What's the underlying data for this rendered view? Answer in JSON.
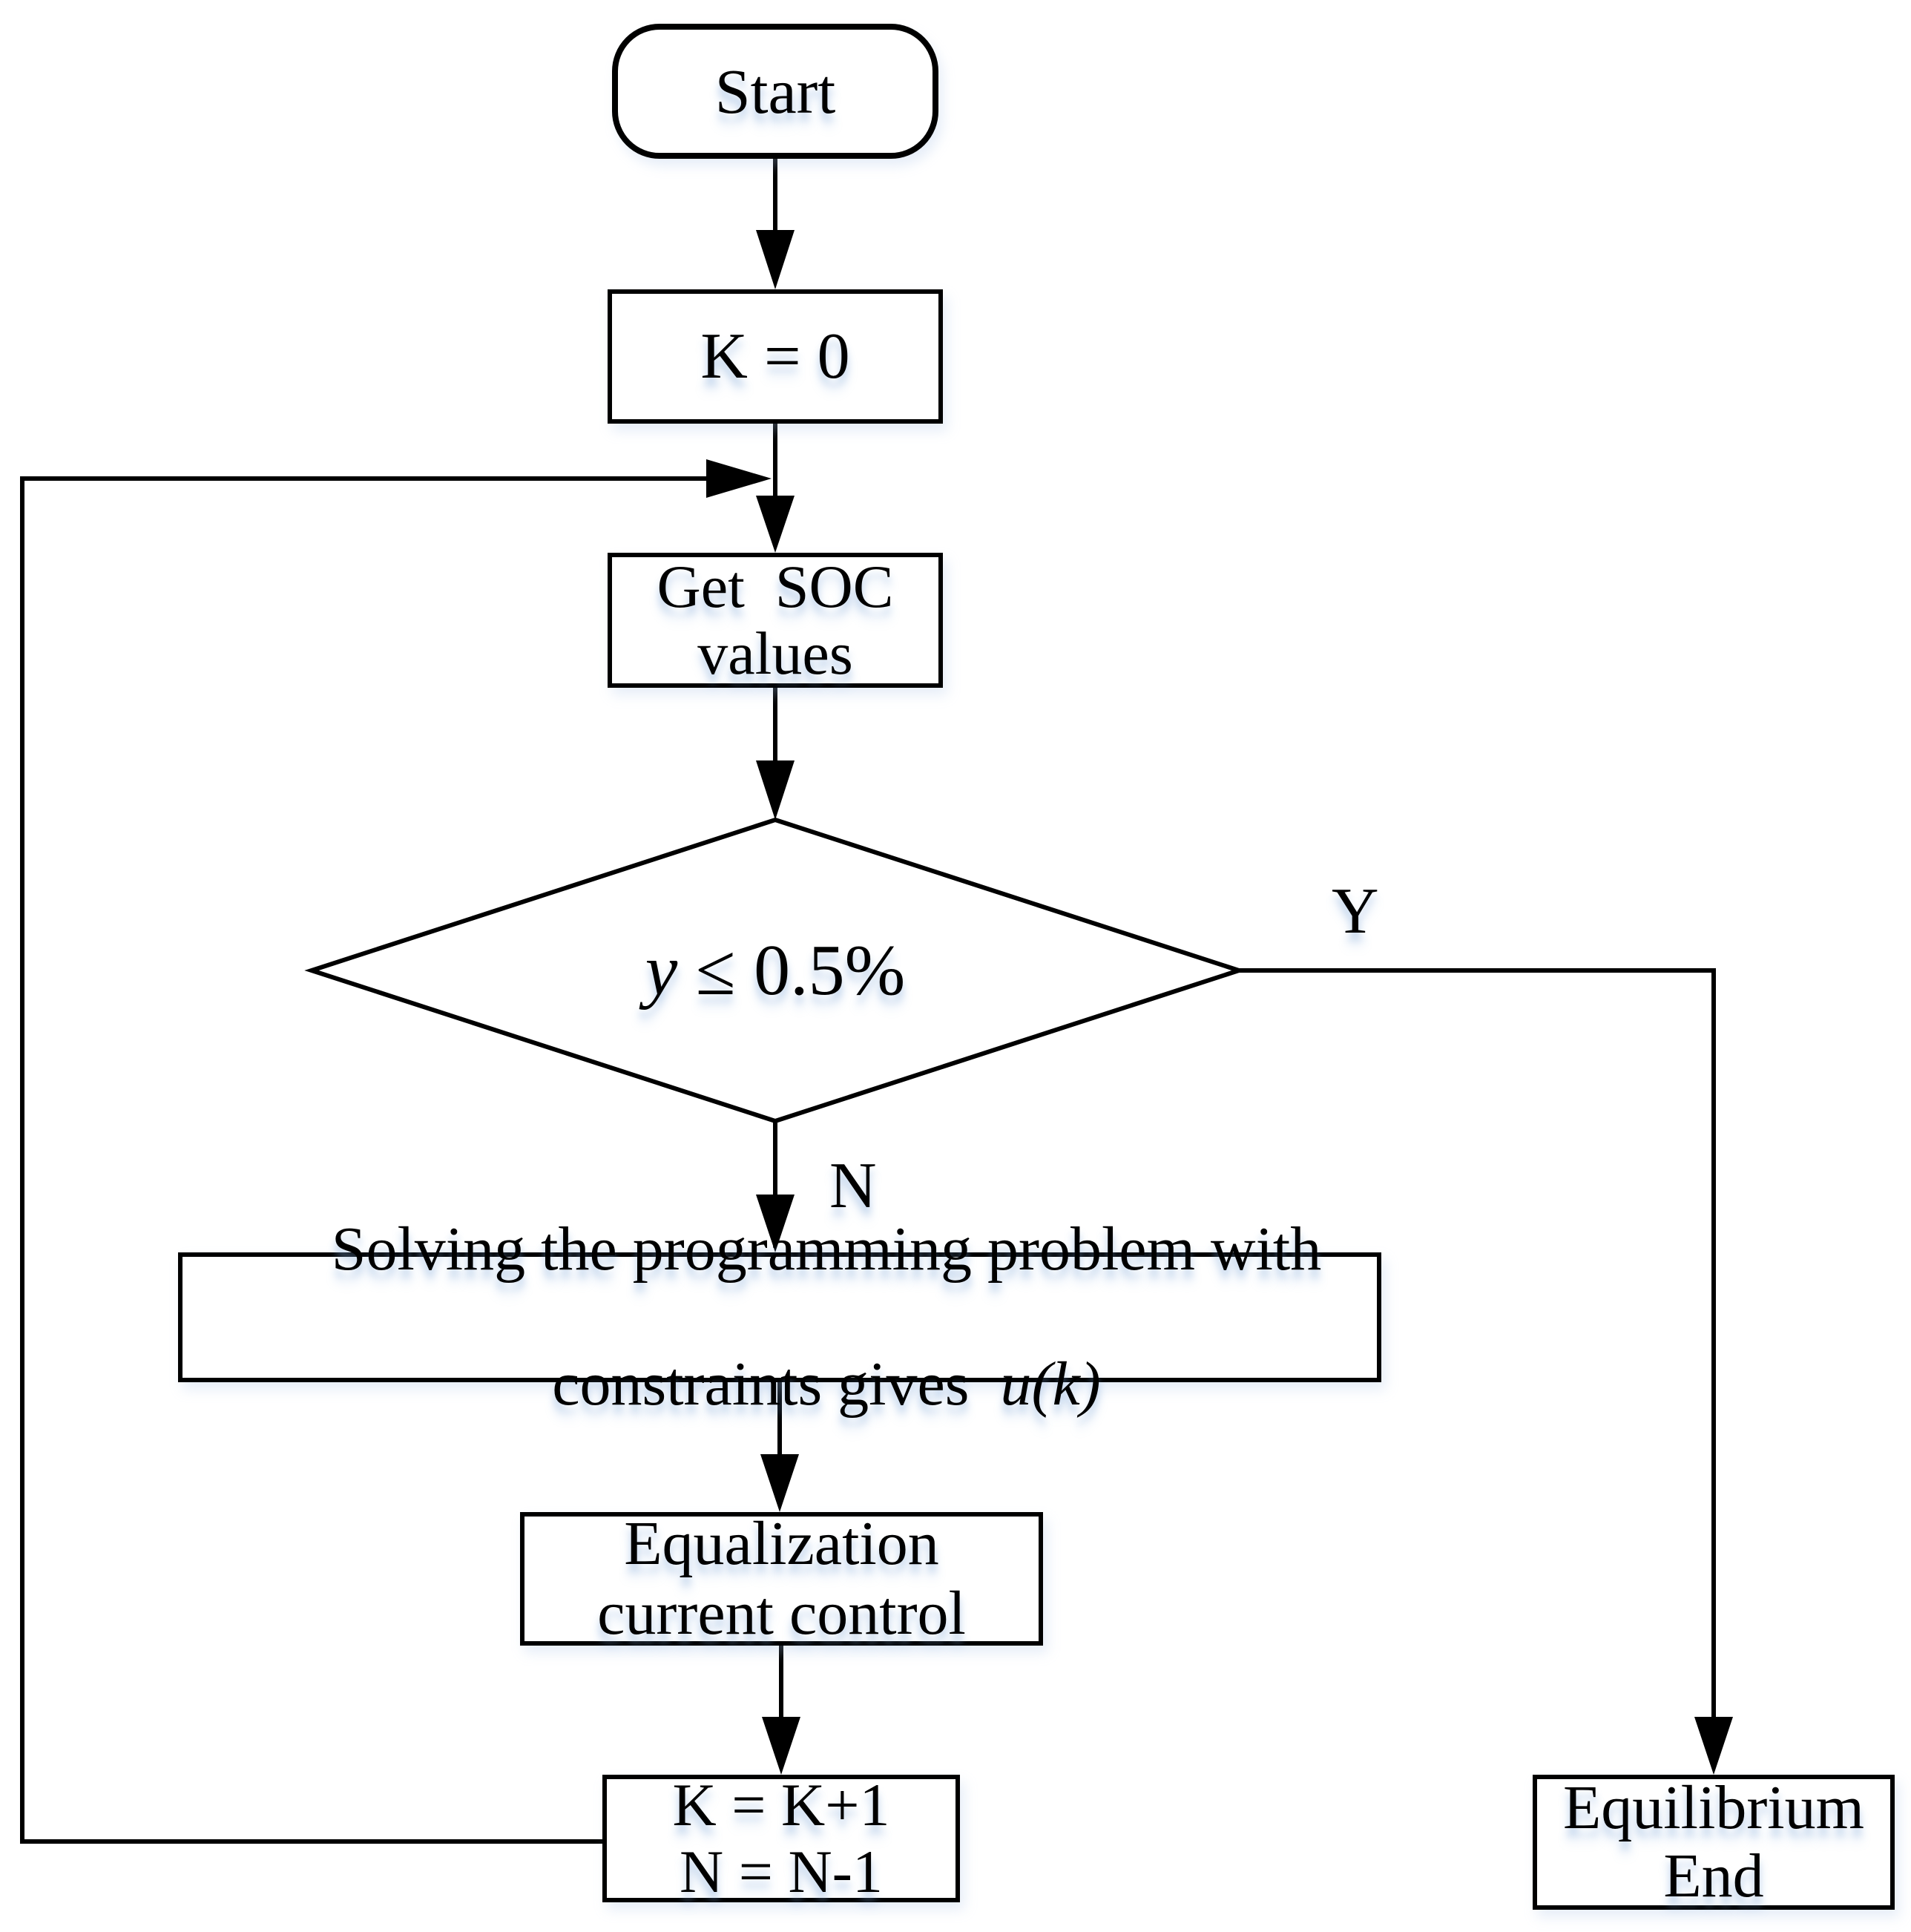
{
  "flowchart": {
    "nodes": {
      "start": {
        "label": "Start"
      },
      "init": {
        "label": "K = 0"
      },
      "get_soc": {
        "label": "Get  SOC\nvalues"
      },
      "condition": {
        "var": "y",
        "rest": " ≤ 0.5%"
      },
      "solve": {
        "line1": "Solving the programming problem with",
        "line2_prefix": "constraints gives  ",
        "line2_math": "u(k)"
      },
      "equalize": {
        "label": "Equalization\ncurrent control"
      },
      "increment": {
        "label": "K = K+1\nN = N-1"
      },
      "end": {
        "label": "Equilibrium\nEnd"
      }
    },
    "edge_labels": {
      "yes": "Y",
      "no": "N"
    },
    "colors": {
      "stroke": "#000000",
      "background": "#ffffff",
      "text_halo": "#7fa8d9"
    }
  }
}
